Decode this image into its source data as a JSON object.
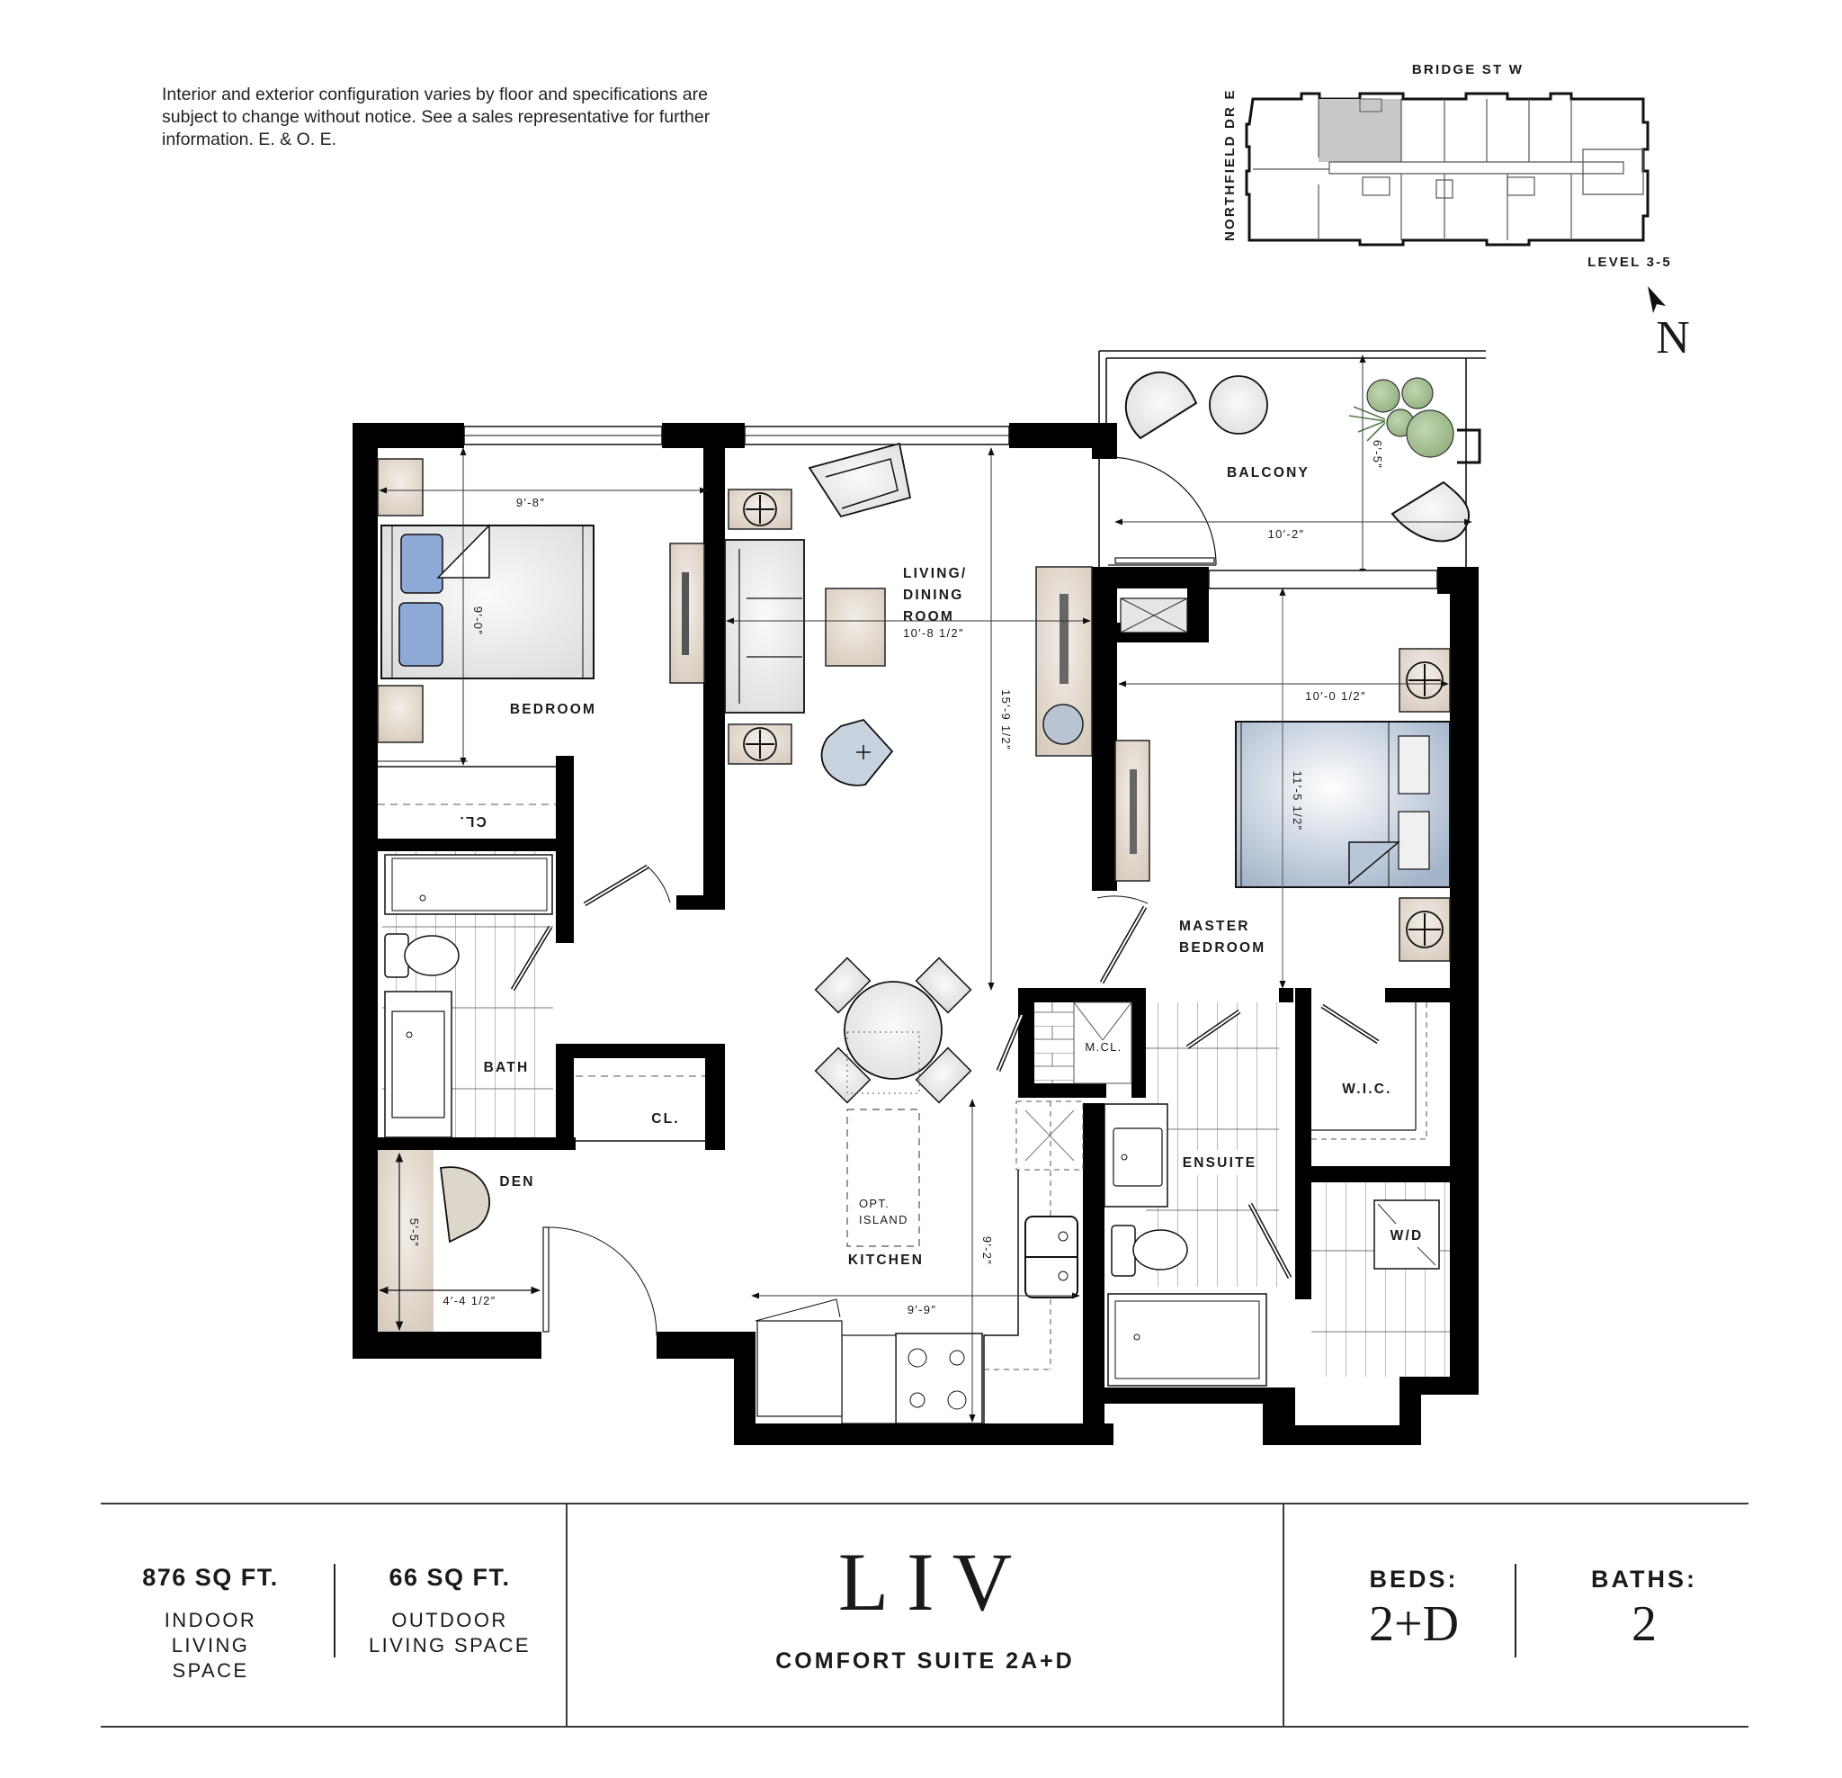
{
  "disclaimer": "Interior and exterior configuration varies by floor and specifications are subject to change without notice. See a sales representative for further information. E. & O. E.",
  "key_plan": {
    "street_top": "BRIDGE ST W",
    "street_left": "NORTHFIELD DR E",
    "level": "LEVEL 3-5",
    "north_label": "N",
    "highlight_color": "#c8c8ca"
  },
  "rooms": {
    "bedroom": "BEDROOM",
    "closet_bedroom": "CL.",
    "living_line1": "LIVING/",
    "living_line2": "DINING",
    "living_line3": "ROOM",
    "balcony": "BALCONY",
    "master_line1": "MASTER",
    "master_line2": "BEDROOM",
    "bath": "BATH",
    "closet_hall": "CL.",
    "den": "DEN",
    "kitchen": "KITCHEN",
    "island_line1": "OPT.",
    "island_line2": "ISLAND",
    "mcl": "M.CL.",
    "ensuite": "ENSUITE",
    "wic": "W.I.C.",
    "wd": "W/D"
  },
  "dimensions": {
    "bedroom_width": "9′-8″",
    "bedroom_depth": "9′-0″",
    "living_width": "10′-8 1/2″",
    "living_depth": "15′-9 1/2″",
    "balcony_width": "10′-2″",
    "balcony_depth": "6′-5″",
    "master_width": "10′-0 1/2″",
    "master_depth": "11′-5 1/2″",
    "den_depth": "5′-5″",
    "den_width": "4′-4 1/2″",
    "kitchen_width": "9′-9″",
    "kitchen_depth": "9′-2″"
  },
  "colors": {
    "wall": "#000000",
    "wood": "#d9cfc3",
    "fabric_grey": "#e6e6e6",
    "bed_blue": "#a9b8cc",
    "pillow_blue": "#8fa9d6",
    "plant_green": "#9bb88a"
  },
  "info": {
    "indoor_area": "876 SQ FT.",
    "indoor_label_1": "INDOOR",
    "indoor_label_2": "LIVING SPACE",
    "outdoor_area": "66 SQ FT.",
    "outdoor_label_1": "OUTDOOR",
    "outdoor_label_2": "LIVING SPACE",
    "brand": "LIV",
    "suite_name": "COMFORT SUITE 2A+D",
    "beds_label": "BEDS:",
    "beds_value": "2+D",
    "baths_label": "BATHS:",
    "baths_value": "2"
  }
}
